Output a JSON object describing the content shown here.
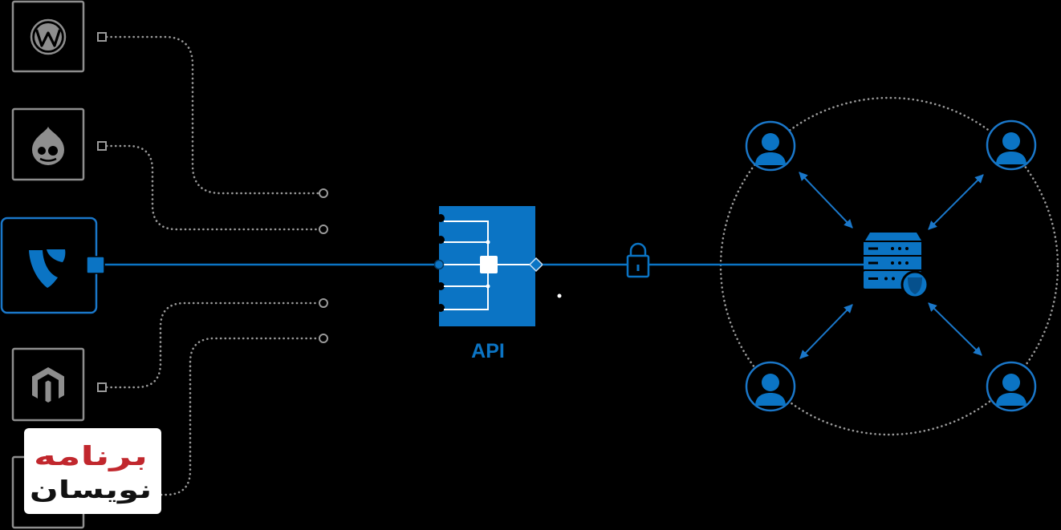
{
  "diagram": {
    "api_label": "API",
    "logo": {
      "line1": "برنامه",
      "line2": "نویسان"
    },
    "icons": {
      "sources": [
        "wordpress-icon",
        "drupal-icon",
        "typo3-icon",
        "magento-icon"
      ],
      "active_source": "typo3-icon",
      "security": "lock-icon",
      "hub": "server-icon",
      "hub_badge": "shield-badge-icon",
      "clients": [
        "user-icon",
        "user-icon",
        "user-icon",
        "user-icon"
      ]
    },
    "colors": {
      "background": "#000000",
      "accent": "#0b74c4",
      "inactive": "#8e8e8e",
      "logo_red": "#c1272d",
      "logo_black": "#111111"
    }
  }
}
